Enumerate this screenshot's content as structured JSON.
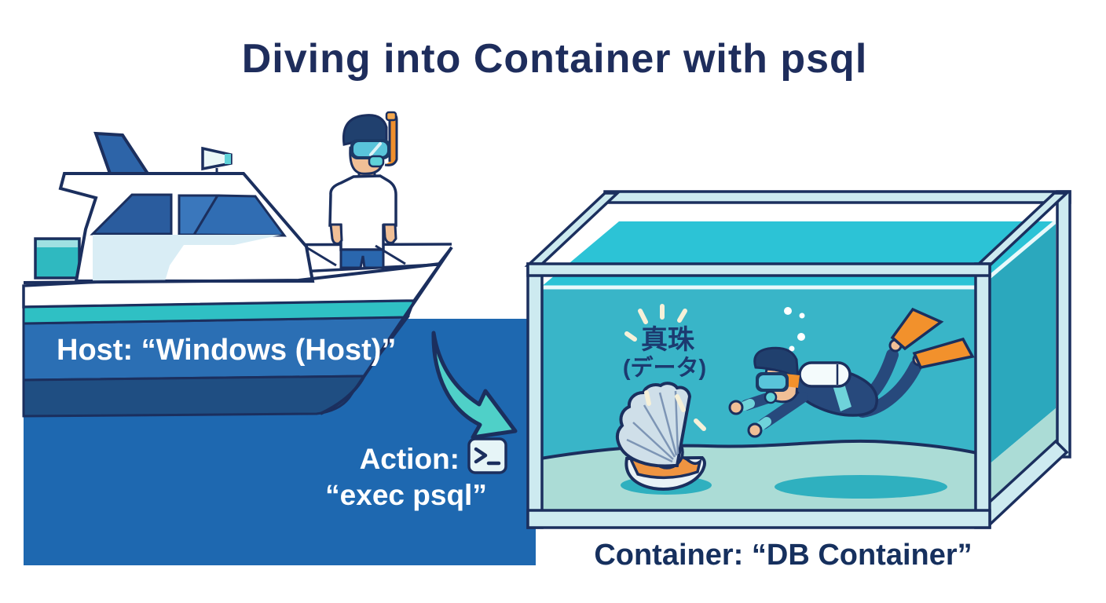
{
  "title": "Diving into Container with psql",
  "boat": {
    "host_label": "Host: “Windows (Host)”",
    "elements": [
      "yacht",
      "snorkeler-person",
      "radar-fin",
      "horn-speaker",
      "stern-box"
    ]
  },
  "action": {
    "label": "Action:",
    "icon": "terminal-icon",
    "command": "“exec psql”"
  },
  "tank": {
    "pearl_label": "真珠",
    "pearl_sublabel": "(データ)",
    "container_label": "Container: “DB Container”",
    "elements": [
      "glass-tank",
      "scuba-diver",
      "clam-with-pearl",
      "bubbles",
      "sand-floor"
    ]
  },
  "colors": {
    "navy_outline": "#1b2f5e",
    "title_text": "#1e2d5c",
    "sea_blue": "#1e68b0",
    "hull_band_blue": "#2b6fb4",
    "hull_band_dark": "#1f4e82",
    "hull_stripe_teal": "#2fc0c4",
    "arrow_teal": "#4fd0c8",
    "glass_frame": "#cdeaf0",
    "water_surface": "#2cc3d6",
    "water_front": "#39b5c8",
    "water_side": "#2ba8bd",
    "sand_floor": "#abdcd6",
    "shadow_teal": "#2fb0bf",
    "window_blue": "#306db3",
    "orange": "#f2912c",
    "skin": "#f0bf96",
    "wetsuit_navy": "#27497c",
    "shell_gray_blue": "#cfdfe9",
    "sparkle_cream": "#f6f0d8"
  }
}
